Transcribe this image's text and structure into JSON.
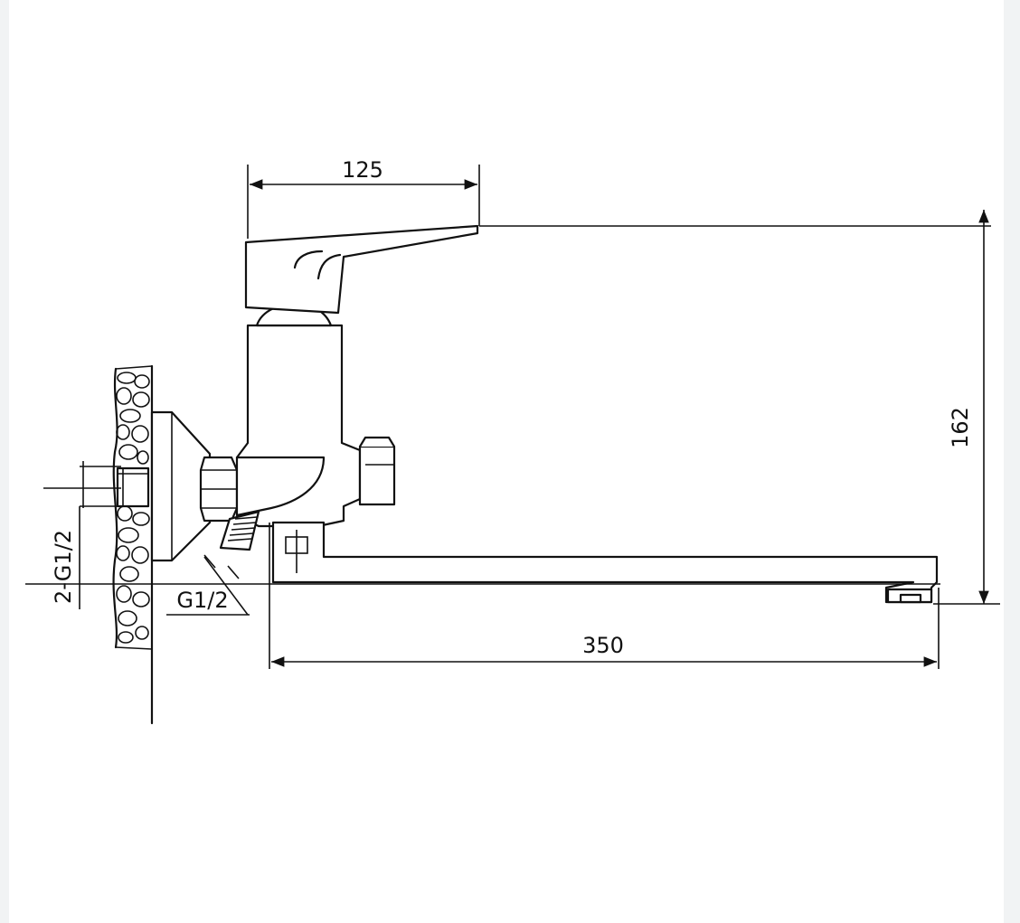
{
  "diagram": {
    "dimensions": {
      "handle_width": "125",
      "total_height": "162",
      "spout_length": "350",
      "wall_inlet_thread": "2-G1/2",
      "outlet_thread": "G1/2"
    }
  },
  "colors": {
    "line": "#111111",
    "sheet": "#ffffff",
    "backdrop": "#f1f3f4"
  }
}
